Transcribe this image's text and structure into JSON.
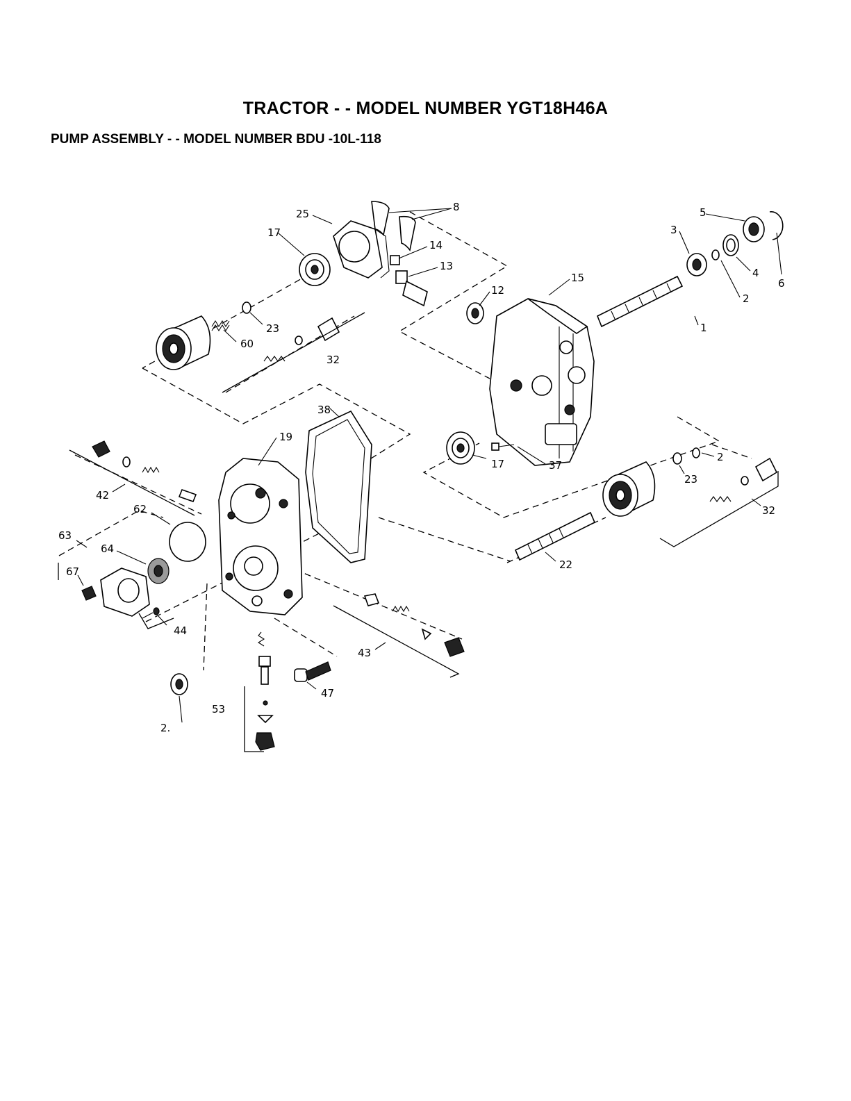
{
  "title": "TRACTOR - - MODEL NUMBER YGT18H46A",
  "subtitle": "PUMP ASSEMBLY - - MODEL NUMBER BDU -10L-118",
  "callouts": {
    "c1": "1",
    "c2a": "2",
    "c2b": "2",
    "c2c": "2.",
    "c3": "3",
    "c4": "4",
    "c5": "5",
    "c6": "6",
    "c8": "8",
    "c12": "12",
    "c13": "13",
    "c14": "14",
    "c15": "15",
    "c17a": "17",
    "c17b": "17",
    "c19": "19",
    "c22": "22",
    "c23a": "23",
    "c23b": "23",
    "c25": "25",
    "c32a": "32",
    "c32b": "32",
    "c37": "37",
    "c38": "38",
    "c42": "42",
    "c43": "43",
    "c44": "44",
    "c47": "47",
    "c53": "53",
    "c60": "60",
    "c62": "62",
    "c63": "63",
    "c64": "64",
    "c67": "67"
  }
}
